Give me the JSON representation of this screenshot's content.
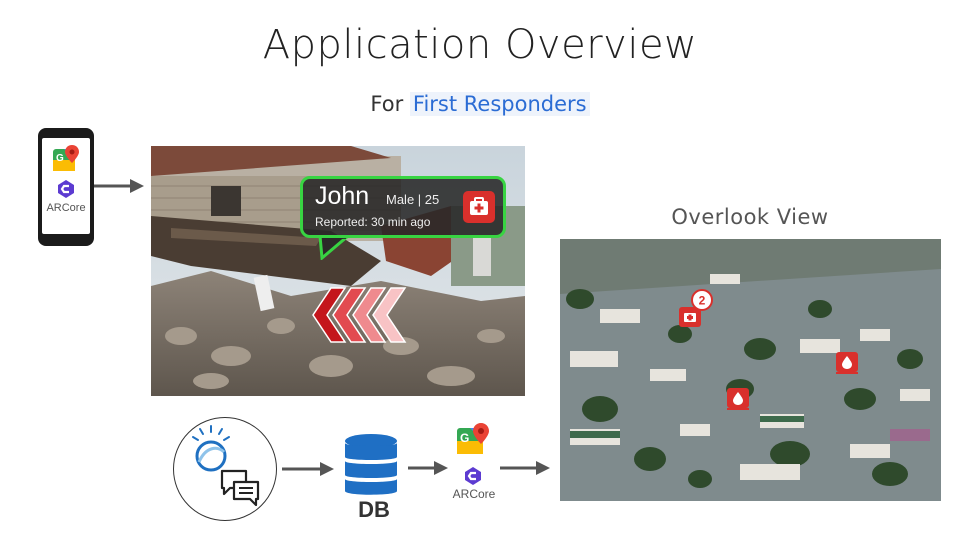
{
  "header": {
    "title": "Application Overview",
    "subtitle_prefix": "For",
    "subtitle_highlight": "First Responders"
  },
  "phone": {
    "arcore_label": "ARCore"
  },
  "callout": {
    "name": "John",
    "meta": "Male | 25",
    "reported": "Reported: 30 min ago"
  },
  "overlook": {
    "label": "Overlook View",
    "cluster_count": "2"
  },
  "pipeline": {
    "db_label": "DB",
    "arcore_label": "ARCore"
  },
  "colors": {
    "accent_blue": "#2b6cd4",
    "callout_border": "#38d442",
    "marker_red": "#d9302c"
  }
}
